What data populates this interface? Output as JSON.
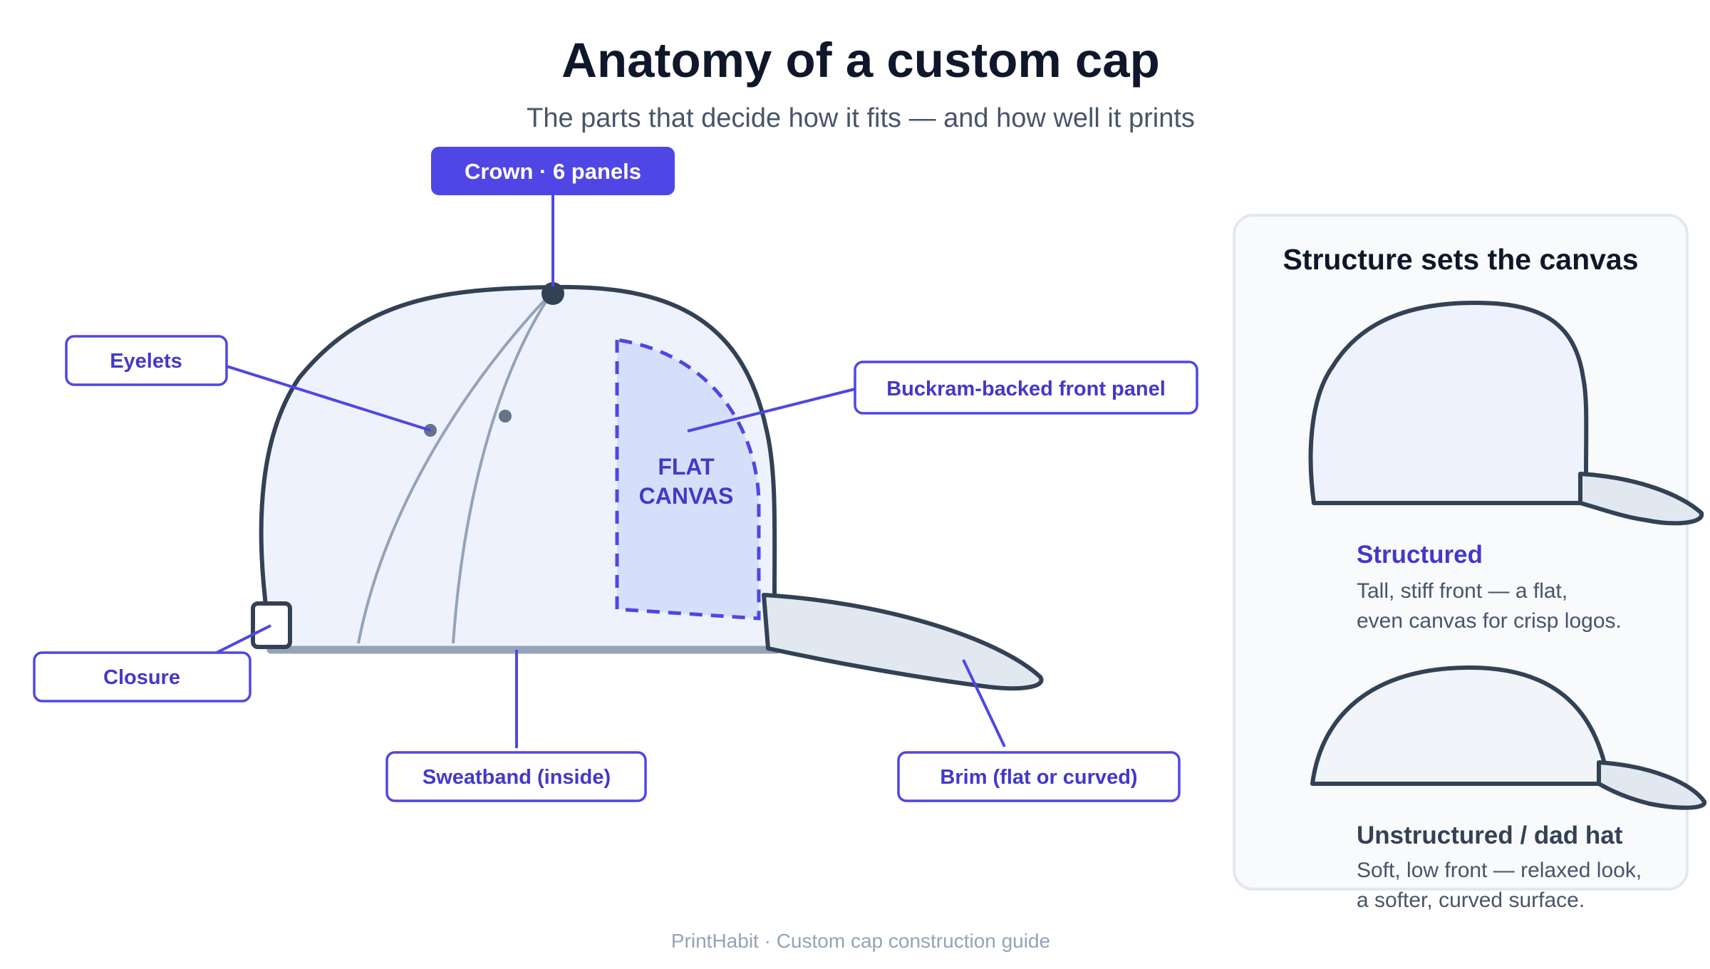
{
  "title": "Anatomy of a custom cap",
  "subtitle": "The parts that decide how it fits — and how well it prints",
  "colors": {
    "accent": "#4f46e5",
    "accent_dark": "#4338ca",
    "outline": "#334155",
    "crown_fill": "#eef2fd",
    "canvas_fill": "#d6dffa",
    "brim_fill": "#e2e8f0",
    "seam": "#94a3b8"
  },
  "labels": {
    "crown": "Crown · 6 panels",
    "eyelets": "Eyelets",
    "front_panel": "Buckram-backed front panel",
    "closure": "Closure",
    "sweatband": "Sweatband (inside)",
    "brim": "Brim (flat or curved)",
    "canvas_line1": "FLAT",
    "canvas_line2": "CANVAS"
  },
  "panel": {
    "title": "Structure sets the canvas",
    "structured": {
      "title": "Structured",
      "line1": "Tall, stiff front — a flat,",
      "line2": "even canvas for crisp logos."
    },
    "unstructured": {
      "title": "Unstructured / dad hat",
      "line1": "Soft, low front — relaxed look,",
      "line2": "a softer, curved surface."
    }
  },
  "footer": "PrintHabit · Custom cap construction guide"
}
